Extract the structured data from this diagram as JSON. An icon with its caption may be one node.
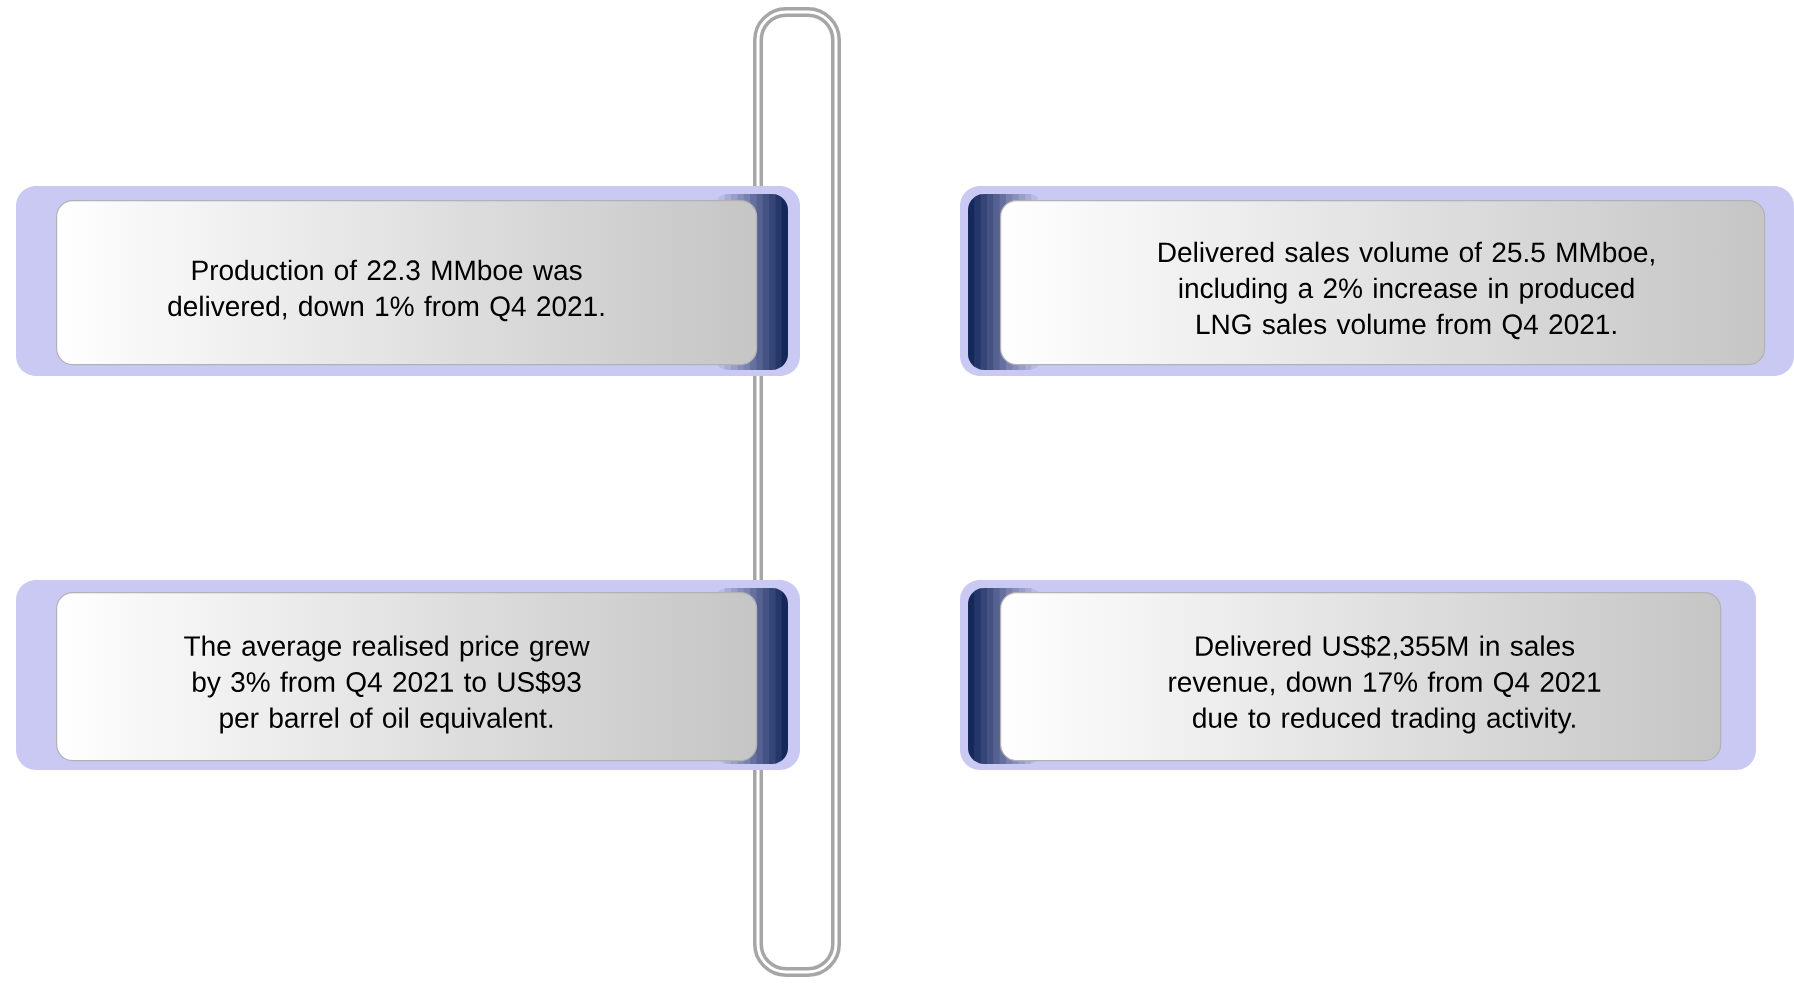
{
  "diagram": {
    "nodes": [
      {
        "text": [
          "Production of 22.3 MMboe was delivered, down 1% from Q4 2021."
        ]
      },
      {
        "text": [
          "Delivered sales volume of 25.5 MMboe, including a 2% increase in produced LNG sales volume from Q4 2021."
        ]
      },
      {
        "text": [
          "The average realised price grew by 3% from Q4 2021 to US$93 per barrel of oil equivalent."
        ]
      },
      {
        "text": [
          "Delivered US$2,355M in sales revenue, down 17% from Q4 2021 due to reduced trading activity."
        ]
      }
    ]
  }
}
